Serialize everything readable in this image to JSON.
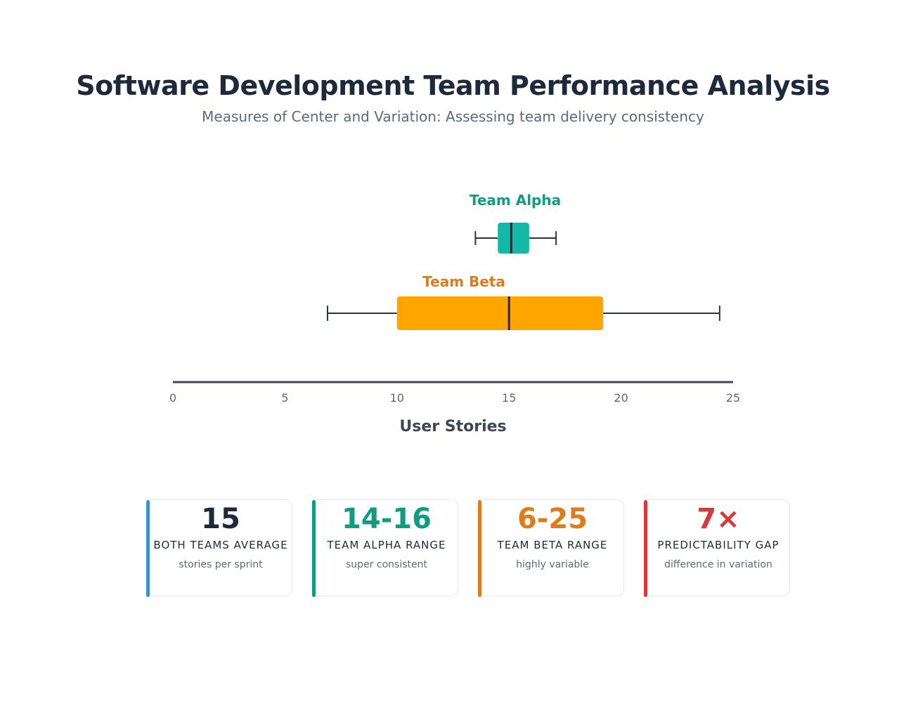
{
  "header": {
    "title": "Software Development Team Performance Analysis",
    "subtitle": "Measures of Center and Variation: Assessing team delivery consistency"
  },
  "chart_data": {
    "type": "boxplot",
    "xlabel": "User Stories",
    "xlim": [
      0,
      25
    ],
    "x_ticks": [
      0,
      5,
      10,
      15,
      20,
      25
    ],
    "grid": false,
    "series": [
      {
        "name": "Team Alpha",
        "min": 13.5,
        "q1": 14.5,
        "median": 15.1,
        "q3": 15.9,
        "max": 17.1,
        "color": "#14b8a6",
        "label_color": "#0f9d82"
      },
      {
        "name": "Team Beta",
        "min": 6.9,
        "q1": 10.0,
        "median": 15.0,
        "q3": 19.2,
        "max": 24.4,
        "color": "#ffa500",
        "label_color": "#e07b1a"
      }
    ]
  },
  "stats": [
    {
      "value": "15",
      "label": "BOTH TEAMS AVERAGE",
      "note": "stories per sprint",
      "accent": "#3b8fd6",
      "value_color": "#1e293b"
    },
    {
      "value": "14-16",
      "label": "TEAM ALPHA RANGE",
      "note": "super consistent",
      "accent": "#0f9d82",
      "value_color": "#0f9d82"
    },
    {
      "value": "6-25",
      "label": "TEAM BETA RANGE",
      "note": "highly variable",
      "accent": "#e07b1a",
      "value_color": "#e07b1a"
    },
    {
      "value": "7×",
      "label": "PREDICTABILITY GAP",
      "note": "difference in variation",
      "accent": "#d83a3a",
      "value_color": "#d83a3a"
    }
  ]
}
